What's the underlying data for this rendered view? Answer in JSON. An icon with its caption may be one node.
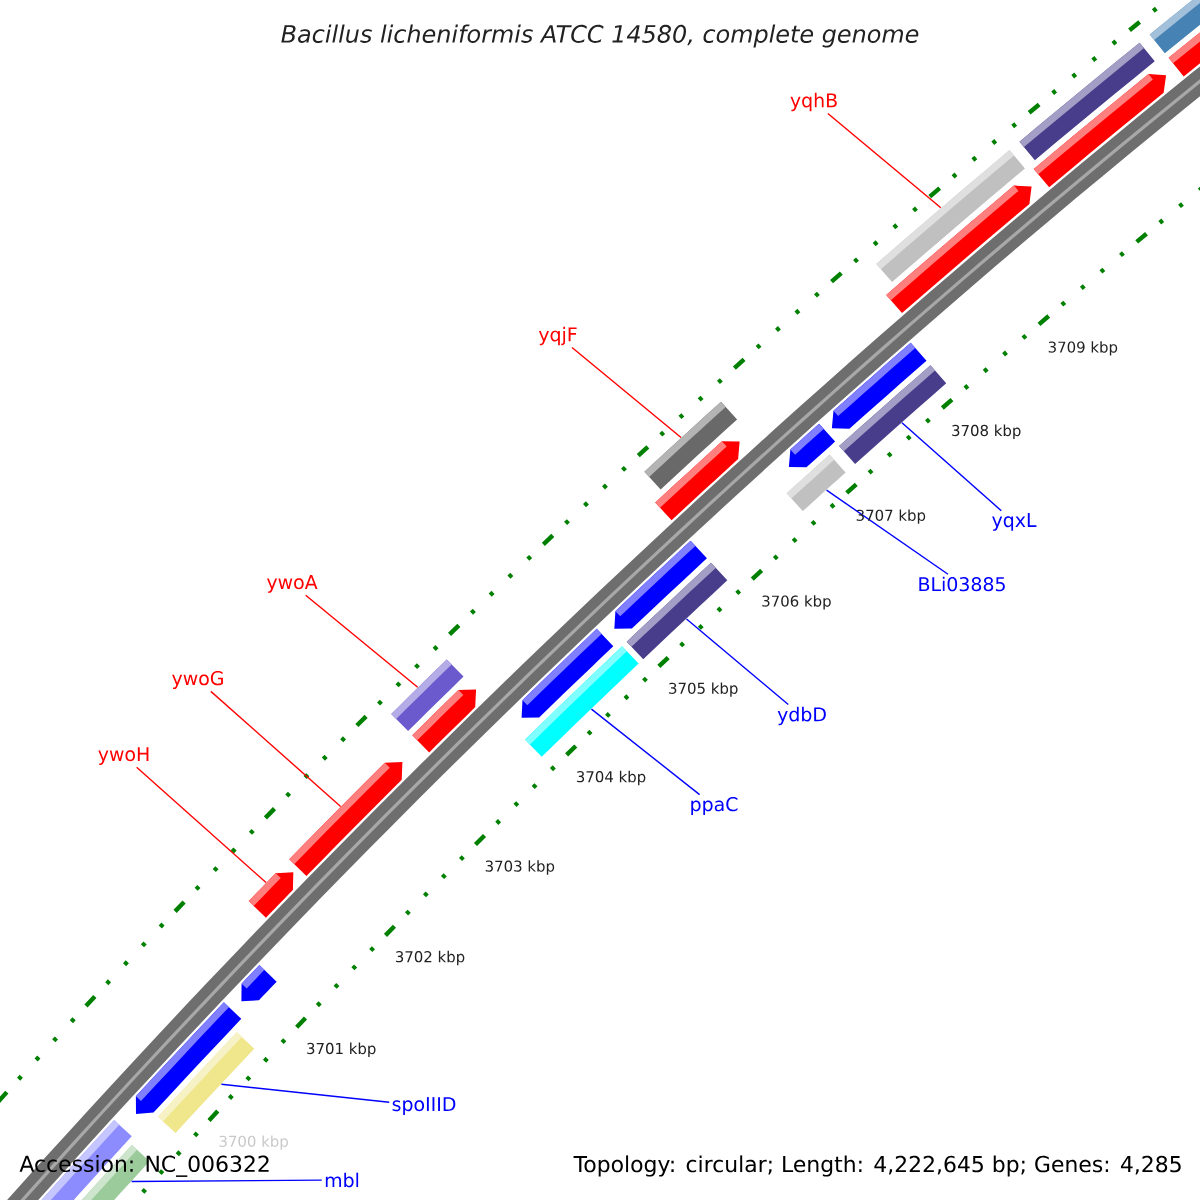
{
  "diagram": {
    "title": "Bacillus licheniformis ATCC 14580, complete genome",
    "nodes": [
      {
        "text": [
          "yqhB"
        ]
      },
      {
        "text": [
          "yqjF"
        ]
      },
      {
        "text": [
          "yqxL"
        ]
      },
      {
        "text": [
          "BLi03885"
        ]
      },
      {
        "text": [
          "ywoA"
        ]
      },
      {
        "text": [
          "ydbD"
        ]
      },
      {
        "text": [
          "ywoG"
        ]
      },
      {
        "text": [
          "ppaC"
        ]
      },
      {
        "text": [
          "ywoH"
        ]
      },
      {
        "text": [
          "spoIIID"
        ]
      },
      {
        "text": [
          "mbl"
        ]
      },
      {
        "text": [],
        "shape": "bar"
      },
      {
        "text": [],
        "shape": "arrow"
      },
      {
        "text": [],
        "shape": "bar"
      },
      {
        "text": [],
        "shape": "arrow"
      },
      {
        "text": [],
        "shape": "bar"
      },
      {
        "text": [],
        "shape": "arrow"
      },
      {
        "text": [],
        "shape": "arrow"
      },
      {
        "text": [],
        "shape": "bar"
      },
      {
        "text": [],
        "shape": "arrow"
      },
      {
        "text": [],
        "shape": "bar"
      },
      {
        "text": [],
        "shape": "bar"
      },
      {
        "text": [],
        "shape": "arrow"
      },
      {
        "text": [],
        "shape": "arrow"
      },
      {
        "text": [],
        "shape": "bar"
      },
      {
        "text": [],
        "shape": "arrow"
      },
      {
        "text": [],
        "shape": "bar"
      },
      {
        "text": [],
        "shape": "bar"
      },
      {
        "text": [],
        "shape": "arrow"
      },
      {
        "text": [],
        "shape": "arrow"
      },
      {
        "text": [],
        "shape": "arrow"
      },
      {
        "text": [],
        "shape": "arrow"
      },
      {
        "text": [],
        "shape": "arrow"
      },
      {
        "text": [],
        "shape": "bar"
      },
      {
        "text": [],
        "shape": "bar"
      },
      {
        "text": [],
        "shape": "arrow"
      }
    ],
    "edges": [
      {
        "from": 0,
        "to": 15,
        "arrow": "none",
        "color": "#ff0000"
      },
      {
        "from": 1,
        "to": 21,
        "arrow": "none",
        "color": "#ff0000"
      },
      {
        "from": 2,
        "to": 18,
        "arrow": "none"
      },
      {
        "from": 3,
        "to": 20,
        "arrow": "none"
      },
      {
        "from": 4,
        "to": 27,
        "arrow": "none",
        "color": "#ff0000"
      },
      {
        "from": 5,
        "to": 24,
        "arrow": "none"
      },
      {
        "from": 6,
        "to": 29,
        "arrow": "none",
        "color": "#ff0000"
      },
      {
        "from": 7,
        "to": 26,
        "arrow": "none"
      },
      {
        "from": 8,
        "to": 30,
        "arrow": "none",
        "color": "#ff0000"
      },
      {
        "from": 9,
        "to": 33,
        "arrow": "none"
      },
      {
        "from": 10,
        "to": 34,
        "arrow": "none"
      }
    ],
    "labels": [
      "3709 kbp",
      "3708 kbp",
      "3707 kbp",
      "3706 kbp",
      "3705 kbp",
      "3704 kbp",
      "3703 kbp",
      "3702 kbp",
      "3701 kbp",
      "3700 kbp",
      "Accession: NC_006322",
      "Topology: circular; Length: 4,222,645 bp; Genes: 4,285"
    ]
  }
}
